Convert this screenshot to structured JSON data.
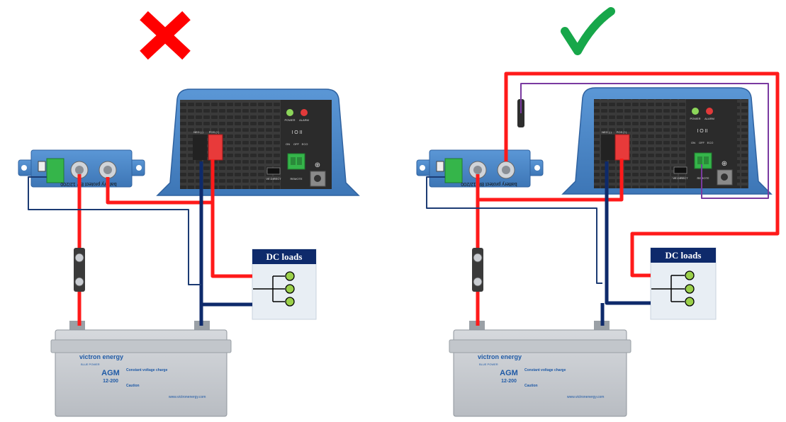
{
  "verdicts": {
    "left": {
      "icon": "cross-icon",
      "color": "#ff0000"
    },
    "right": {
      "icon": "check-icon",
      "color": "#17a74a"
    }
  },
  "colors": {
    "positive_wire": "#ff1a1a",
    "negative_wire": "#0e2a6b",
    "signal_wire_dark": "#1c3b73",
    "signal_wire_purple": "#7a3aa0",
    "device_blue": "#4a86c8",
    "battery_gray": "#c9ccd1",
    "panel_dark": "#3b3b3b",
    "terminal_green": "#35b54a",
    "loads_box": "#e8eef4",
    "loads_header": "#0e2a6b"
  },
  "panels": [
    {
      "id": "incorrect",
      "loads_title": "DC loads",
      "battery_protect_label": "battery protect BP 12/200",
      "battery": {
        "brand": "victron energy",
        "tagline": "BLUE POWER",
        "model_line1": "AGM",
        "model_line2": "12-200",
        "charge_heading": "Constant voltage charge",
        "caution_heading": "Caution",
        "website": "www.victronenergy.com"
      },
      "inverter": {
        "power_label": "POWER",
        "alarm_label": "ALARM",
        "switch_label": "I O II",
        "modes": [
          "ON",
          "OFF",
          "ECO"
        ],
        "neg_label": "NEG (-)",
        "pos_label": "POS (+)",
        "vedirect_label": "VE.DIRECT",
        "remote_label": "REMOTE"
      }
    },
    {
      "id": "correct",
      "loads_title": "DC loads",
      "battery_protect_label": "battery protect BP 12/200",
      "battery": {
        "brand": "victron energy",
        "tagline": "BLUE POWER",
        "model_line1": "AGM",
        "model_line2": "12-200",
        "charge_heading": "Constant voltage charge",
        "caution_heading": "Caution",
        "website": "www.victronenergy.com"
      },
      "inverter": {
        "power_label": "POWER",
        "alarm_label": "ALARM",
        "switch_label": "I O II",
        "modes": [
          "ON",
          "OFF",
          "ECO"
        ],
        "neg_label": "NEG (-)",
        "pos_label": "POS (+)",
        "vedirect_label": "VE.DIRECT",
        "remote_label": "REMOTE"
      }
    }
  ]
}
